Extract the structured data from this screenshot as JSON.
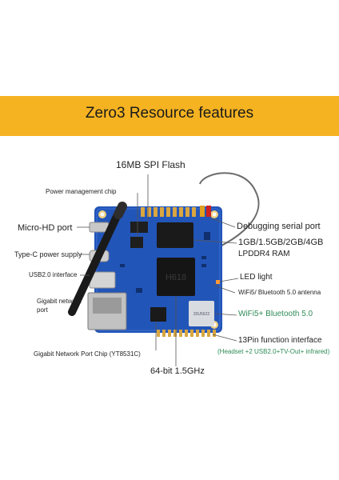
{
  "banner": {
    "title": "Zero3 Resource features",
    "color": "#f5b321"
  },
  "board": {
    "chip_label": "H618",
    "wifi_module_label": "20U5622"
  },
  "labels": {
    "spi_flash": "16MB SPI Flash",
    "power_chip": "Power management chip",
    "micro_hd": "Micro-HD port",
    "type_c": "Type-C power supply",
    "usb2": "USB2.0 interface",
    "gigabit_line1": "Gigabit network",
    "gigabit_line2": "port",
    "gigabit_chip": "Gigabit Network Port Chip (YT8531C)",
    "cpu": "64-bit 1.5GHz",
    "debug_serial": "Debugging serial port",
    "ram_line1": "1GB/1.5GB/2GB/4GB",
    "ram_line2": "LPDDR4 RAM",
    "led": "LED light",
    "antenna": "WiFi5/ Bluetooth 5.0 antenna",
    "wifi_bt": "WiFi5+ Bluetooth 5.0",
    "pin13": "13Pin function interface",
    "pin13_detail": "(Headset +2 USB2.0+TV-Out+ infrared)"
  },
  "colors": {
    "pcb": "#2255b8",
    "accent_green": "#2e8b57",
    "leader": "#555555"
  }
}
